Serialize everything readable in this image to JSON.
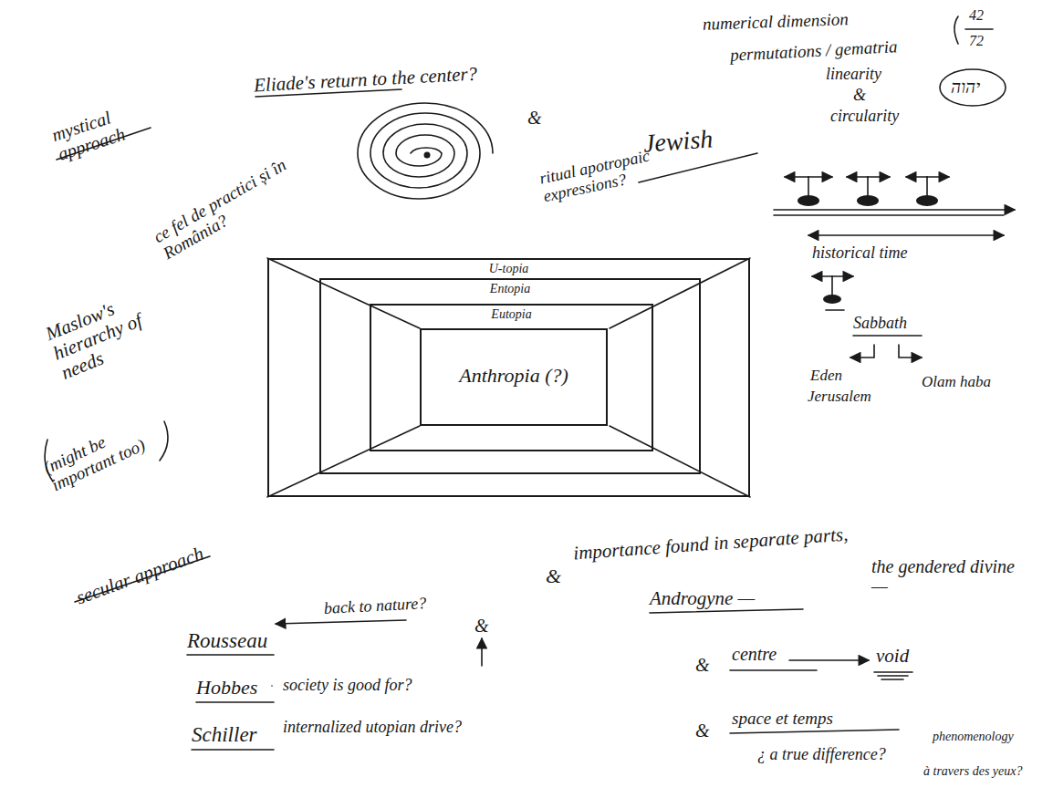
{
  "diagram": {
    "nodes": [
      {
        "text": [
          "U-topia"
        ]
      },
      {
        "text": [
          "Entopia"
        ],
        "in": 0
      },
      {
        "text": [
          "Eutopia"
        ],
        "in": 1
      },
      {
        "text": [
          "Anthropia (?)"
        ],
        "in": 2
      }
    ],
    "labels": [
      "numerical dimension",
      "42",
      "72",
      "mystical approach",
      "Eliade's return to the center?",
      "permutations / gematria",
      "יהוה",
      "linearity",
      "&",
      "&",
      "circularity",
      "Jewish",
      "ritual apotropaic expressions?",
      "ce fel de practici și în România?",
      "historical time",
      "Sabbath",
      "Maslow's hierarchy of needs",
      "Eden",
      "Olam haba",
      "Jerusalem",
      "(might be important too)",
      "&",
      "importance found in separate parts,",
      "secular approach",
      "Androgyne —",
      "the gendered divine —",
      "back to nature?",
      "&",
      "Rousseau",
      "&",
      "centre",
      "void",
      "Hobbes",
      "society is good for?",
      "&",
      "space et temps",
      "phenomenology",
      "Schiller",
      "internalized utopian drive?",
      "¿ a true difference?",
      "à travers des yeux?"
    ]
  }
}
